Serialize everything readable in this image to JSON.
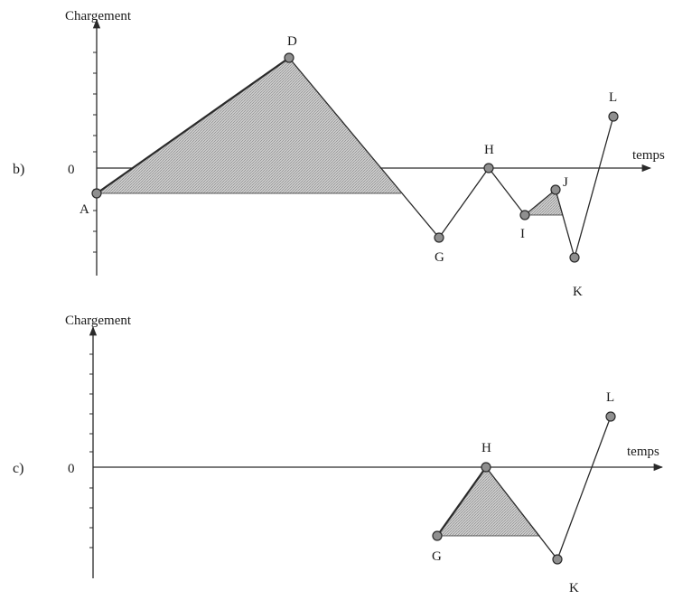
{
  "panel_b": {
    "label": "b)",
    "y_axis_label": "Chargement",
    "x_axis_label": "temps",
    "zero_label": "0",
    "points": {
      "A": "A",
      "D": "D",
      "G": "G",
      "H": "H",
      "I": "I",
      "J": "J",
      "K": "K",
      "L": "L"
    }
  },
  "panel_c": {
    "label": "c)",
    "y_axis_label": "Chargement",
    "x_axis_label": "temps",
    "zero_label": "0",
    "points": {
      "G": "G",
      "H": "H",
      "K": "K",
      "L": "L"
    }
  },
  "colors": {
    "line": "#2a2a2a",
    "shade": "#b9b9b9",
    "marker_fill": "#8f8f8f"
  }
}
